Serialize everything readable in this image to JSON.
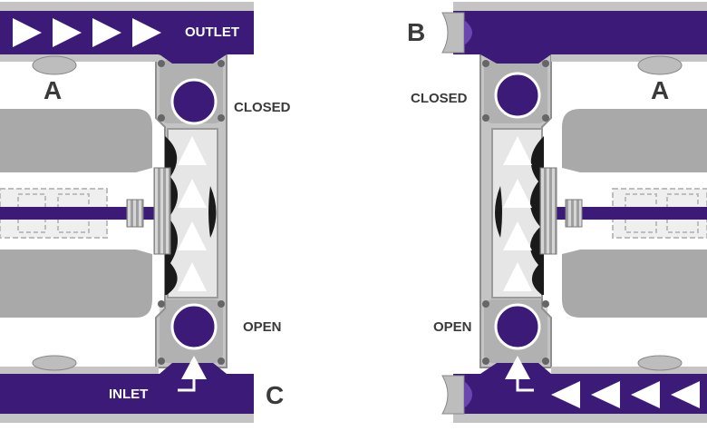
{
  "colors": {
    "fluid": "#3b1a78",
    "fluid_dark": "#2a0f5e",
    "fluid_light": "#6a46b0",
    "metal": "#c4c4c4",
    "metal_dark": "#8f8f8f",
    "chamber": "#a9a9a9",
    "diaphragm": "#1a1a1a",
    "arrow": "#ffffff",
    "text": "#3a3a3a"
  },
  "left_pump": {
    "top_label": "OUTLET",
    "bottom_label": "INLET",
    "side_label": "A",
    "corner_label": "C",
    "top_valve_state": "CLOSED",
    "bottom_valve_state": "OPEN"
  },
  "right_pump": {
    "side_label": "A",
    "corner_label": "B",
    "top_valve_state": "CLOSED",
    "bottom_valve_state": "OPEN"
  }
}
